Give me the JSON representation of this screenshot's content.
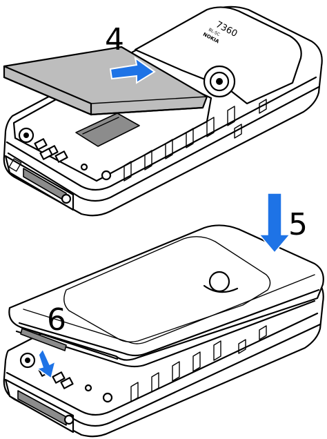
{
  "steps": {
    "s4": "4",
    "s5": "5",
    "s6": "6"
  },
  "battery_label": {
    "line1": "7360",
    "line2": "BL-5C",
    "line3": "NOKIA"
  },
  "colors": {
    "arrow": "#1e73e6",
    "battery": "#bdbdbd",
    "ink": "#000000"
  },
  "icons": [
    "insert-arrow-icon",
    "press-down-arrow-icon",
    "latch-arrow-icon"
  ]
}
